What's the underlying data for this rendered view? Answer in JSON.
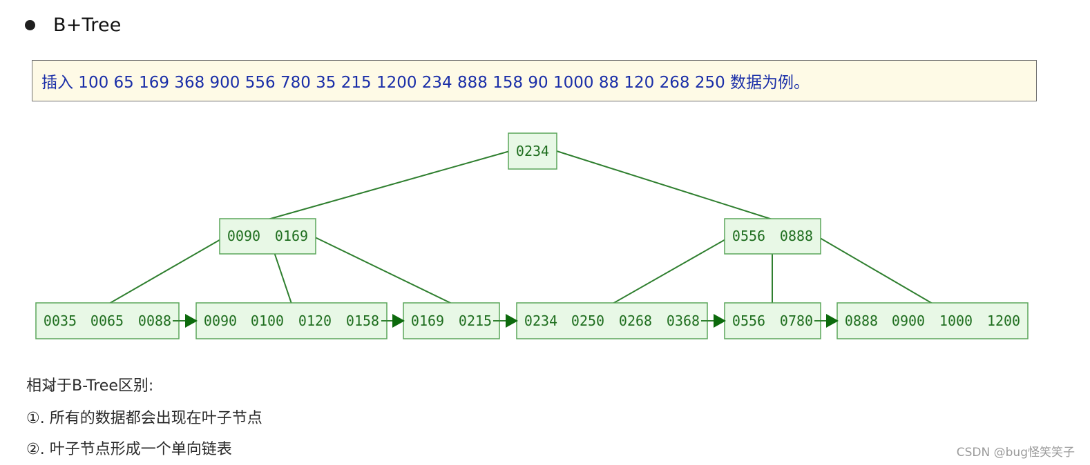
{
  "heading": {
    "title": "B+Tree"
  },
  "note": {
    "text": "插入 100 65 169 368 900 556 780 35 215 1200 234 888 158 90 1000 88 120 268 250 数据为例。"
  },
  "tree": {
    "root": {
      "keys": [
        "0234"
      ]
    },
    "internal": [
      {
        "keys": [
          "0090",
          "0169"
        ]
      },
      {
        "keys": [
          "0556",
          "0888"
        ]
      }
    ],
    "leaves": [
      {
        "keys": [
          "0035",
          "0065",
          "0088"
        ]
      },
      {
        "keys": [
          "0090",
          "0100",
          "0120",
          "0158"
        ]
      },
      {
        "keys": [
          "0169",
          "0215"
        ]
      },
      {
        "keys": [
          "0234",
          "0250",
          "0268",
          "0368"
        ]
      },
      {
        "keys": [
          "0556",
          "0780"
        ]
      },
      {
        "keys": [
          "0888",
          "0900",
          "1000",
          "1200"
        ]
      }
    ],
    "colors": {
      "node_fill": "#e8f8e6",
      "node_border": "#5aa55a",
      "edge": "#2f7f2f",
      "text": "#1f6e1f"
    }
  },
  "differences": {
    "title": "相对于B-Tree区别:",
    "items": [
      "①. 所有的数据都会出现在叶子节点",
      "②. 叶子节点形成一个单向链表"
    ]
  },
  "watermark": {
    "text": "CSDN @bug怪笑笑子"
  }
}
